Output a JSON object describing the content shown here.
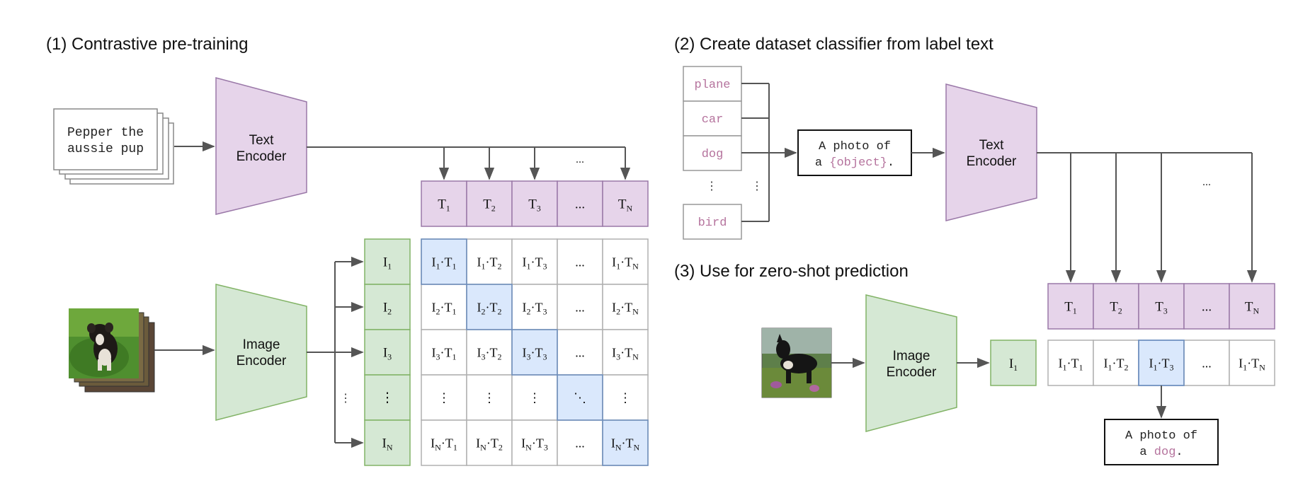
{
  "colors": {
    "purple_fill": "#e6d4ea",
    "purple_stroke": "#9a78a8",
    "green_fill": "#d5e8d4",
    "green_stroke": "#82b366",
    "blue_fill": "#dae8fc",
    "blue_stroke": "#6c8ebf",
    "line": "#555555",
    "label_accent": "#b5739d"
  },
  "icons": [
    "puppy-photo",
    "dog-photo"
  ],
  "section1": {
    "title": "(1) Contrastive pre-training",
    "text_input": [
      "Pepper the",
      "aussie pup"
    ],
    "text_encoder": [
      "Text",
      "Encoder"
    ],
    "image_encoder": [
      "Image",
      "Encoder"
    ],
    "ellipsis": "...",
    "vdots": "⋮",
    "ddots": "⋱",
    "text_features": [
      [
        "T",
        "1"
      ],
      [
        "T",
        "2"
      ],
      [
        "T",
        "3"
      ],
      [
        "...",
        ""
      ],
      [
        "T",
        "N"
      ]
    ],
    "image_features": [
      [
        "I",
        "1"
      ],
      [
        "I",
        "2"
      ],
      [
        "I",
        "3"
      ],
      [
        "⋮",
        ""
      ],
      [
        "I",
        "N"
      ]
    ],
    "matrix_rows": [
      [
        [
          "I",
          "1",
          "T",
          "1"
        ],
        [
          "I",
          "1",
          "T",
          "2"
        ],
        [
          "I",
          "1",
          "T",
          "3"
        ],
        [
          "...",
          "",
          "",
          ""
        ],
        [
          "I",
          "1",
          "T",
          "N"
        ]
      ],
      [
        [
          "I",
          "2",
          "T",
          "1"
        ],
        [
          "I",
          "2",
          "T",
          "2"
        ],
        [
          "I",
          "2",
          "T",
          "3"
        ],
        [
          "...",
          "",
          "",
          ""
        ],
        [
          "I",
          "2",
          "T",
          "N"
        ]
      ],
      [
        [
          "I",
          "3",
          "T",
          "1"
        ],
        [
          "I",
          "3",
          "T",
          "2"
        ],
        [
          "I",
          "3",
          "T",
          "3"
        ],
        [
          "...",
          "",
          "",
          ""
        ],
        [
          "I",
          "3",
          "T",
          "N"
        ]
      ],
      [
        [
          "⋮",
          "",
          "",
          ""
        ],
        [
          "⋮",
          "",
          "",
          ""
        ],
        [
          "⋮",
          "",
          "",
          ""
        ],
        [
          "⋱",
          "",
          "",
          ""
        ],
        [
          "⋮",
          "",
          "",
          ""
        ]
      ],
      [
        [
          "I",
          "N",
          "T",
          "1"
        ],
        [
          "I",
          "N",
          "T",
          "2"
        ],
        [
          "I",
          "N",
          "T",
          "3"
        ],
        [
          "...",
          "",
          "",
          ""
        ],
        [
          "I",
          "N",
          "T",
          "N"
        ]
      ]
    ]
  },
  "section2": {
    "title": "(2) Create dataset classifier from label text",
    "labels": [
      "plane",
      "car",
      "dog",
      "bird"
    ],
    "vdots": "⋮",
    "template_parts": {
      "prefix": "A photo of",
      "line2_prefix": "a ",
      "placeholder": "{object}",
      "suffix": "."
    },
    "text_encoder": [
      "Text",
      "Encoder"
    ],
    "ellipsis": "...",
    "text_features": [
      [
        "T",
        "1"
      ],
      [
        "T",
        "2"
      ],
      [
        "T",
        "3"
      ],
      [
        "...",
        ""
      ],
      [
        "T",
        "N"
      ]
    ]
  },
  "section3": {
    "title": "(3) Use for zero-shot prediction",
    "image_encoder": [
      "Image",
      "Encoder"
    ],
    "image_feature": [
      "I",
      "1"
    ],
    "scores": [
      [
        "I",
        "1",
        "T",
        "1"
      ],
      [
        "I",
        "1",
        "T",
        "2"
      ],
      [
        "I",
        "1",
        "T",
        "3"
      ],
      [
        "...",
        "",
        "",
        ""
      ],
      [
        "I",
        "1",
        "T",
        "N"
      ]
    ],
    "prediction_parts": {
      "prefix": "A photo of",
      "line2_prefix": "a ",
      "word": "dog",
      "suffix": "."
    }
  }
}
